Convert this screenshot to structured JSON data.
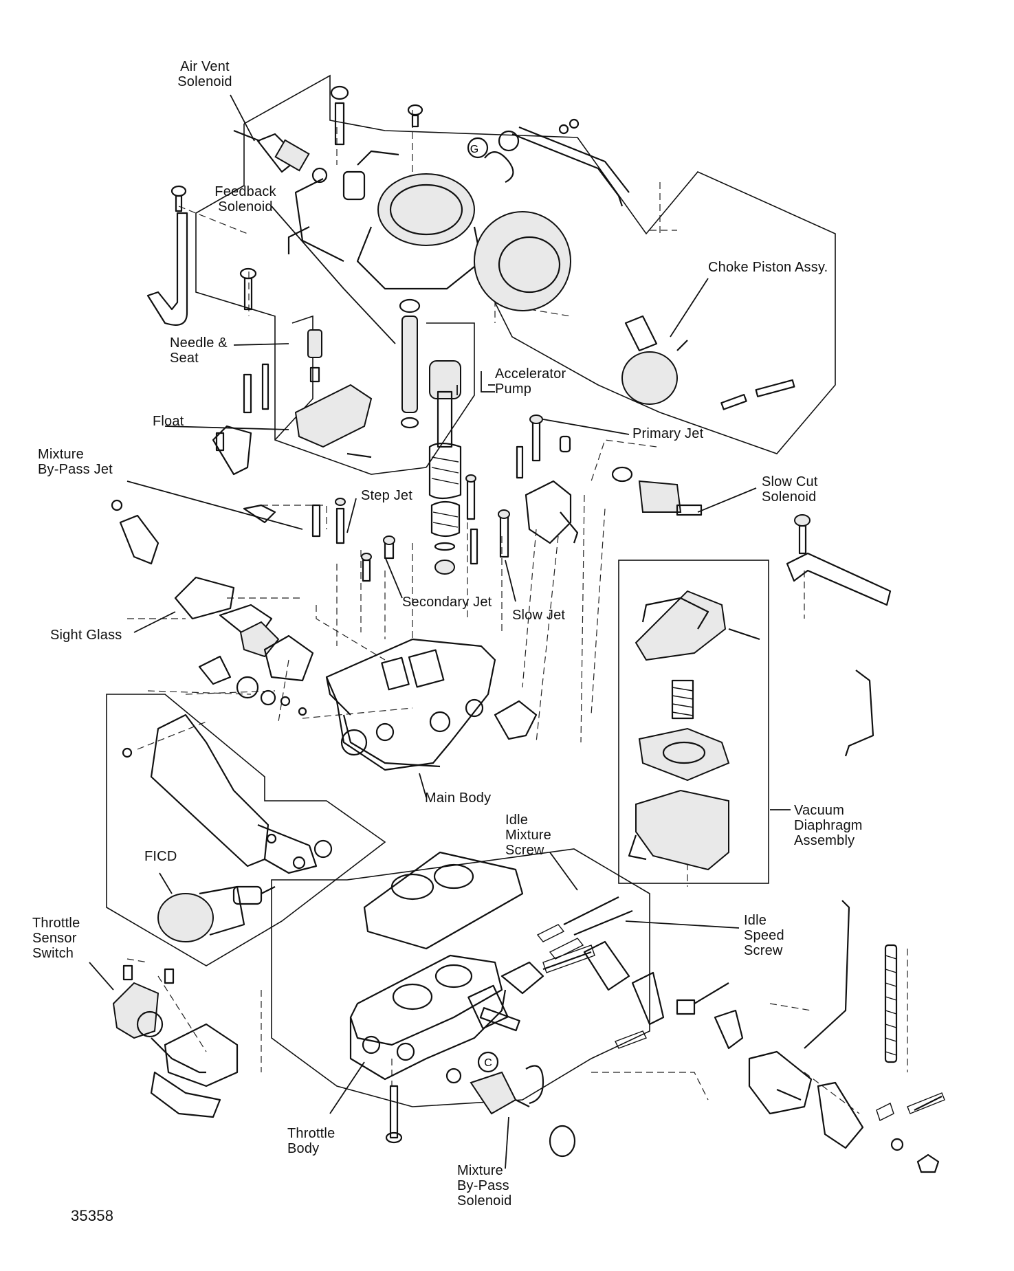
{
  "figure_number": "35358",
  "labels": {
    "air_vent_solenoid": "Air Vent\nSolenoid",
    "feedback_solenoid": "Feedback\nSolenoid",
    "choke_piston_assy": "Choke Piston Assy.",
    "needle_and_seat": "Needle &\nSeat",
    "float": "Float",
    "accelerator_pump": "Accelerator\nPump",
    "primary_jet": "Primary Jet",
    "mixture_bypass_jet": "Mixture\nBy-Pass Jet",
    "step_jet": "Step Jet",
    "slow_cut_solenoid": "Slow Cut\nSolenoid",
    "secondary_jet": "Secondary Jet",
    "slow_jet": "Slow Jet",
    "sight_glass": "Sight Glass",
    "main_body": "Main Body",
    "vacuum_diaphragm_assembly": "Vacuum\nDiaphragm\nAssembly",
    "idle_mixture_screw": "Idle\nMixture\nScrew",
    "ficd": "FICD",
    "idle_speed_screw": "Idle\nSpeed\nScrew",
    "throttle_sensor_switch": "Throttle\nSensor\nSwitch",
    "throttle_body": "Throttle\nBody",
    "mixture_bypass_solenoid": "Mixture\nBy-Pass\nSolenoid"
  },
  "callout_letters": {
    "g": "G",
    "c": "C"
  }
}
